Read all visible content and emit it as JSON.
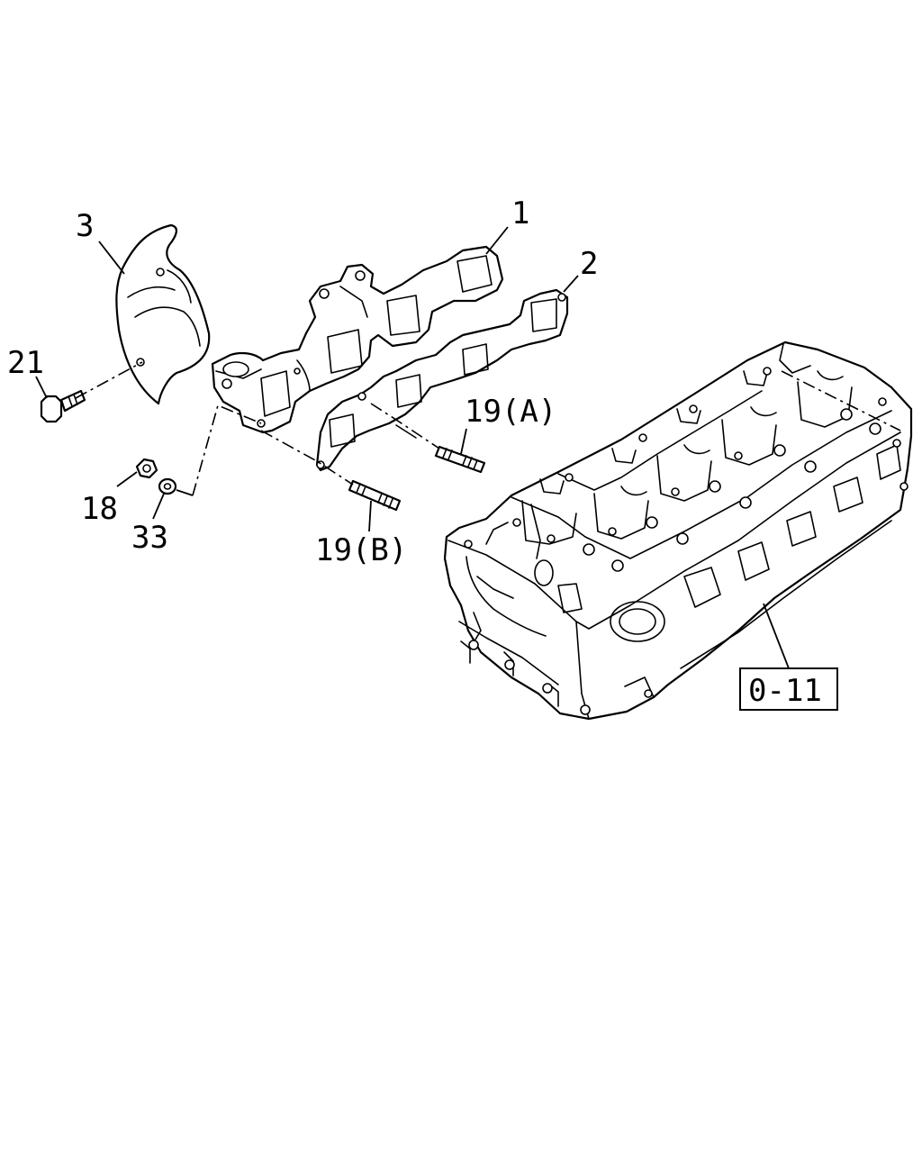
{
  "callouts": {
    "c1": "1",
    "c2": "2",
    "c3": "3",
    "c21": "21",
    "c18": "18",
    "c33": "33",
    "c19a": "19(A)",
    "c19b": "19(B)"
  },
  "reference": {
    "label": "0-11"
  },
  "colors": {
    "line": "#000000",
    "background": "#ffffff"
  }
}
